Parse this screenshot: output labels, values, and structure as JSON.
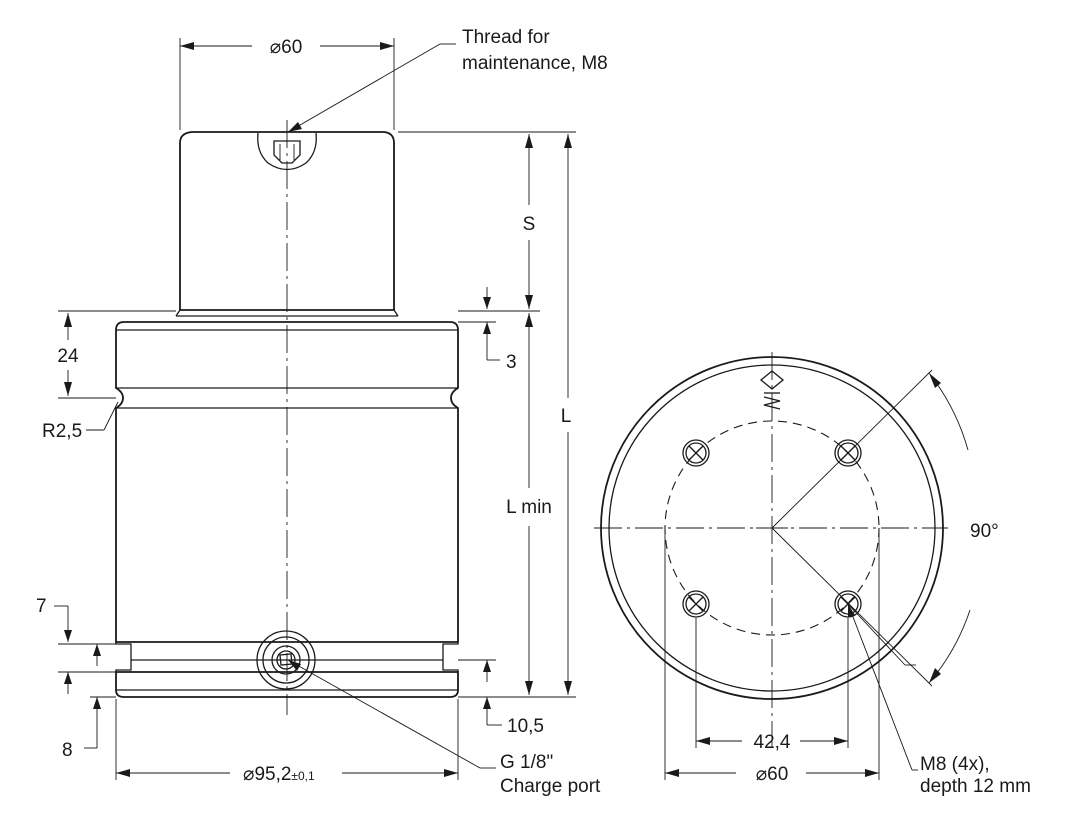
{
  "side_view": {
    "top_diameter": "⌀60",
    "thread_callout_line1": "Thread for",
    "thread_callout_line2": "maintenance, M8",
    "stroke_label": "S",
    "length_label": "L",
    "min_length_label": "L min",
    "dim_24": "24",
    "dim_3": "3",
    "radius_label": "R2,5",
    "dim_7": "7",
    "dim_8": "8",
    "dim_10_5": "10,5",
    "body_diameter": "⌀95,2",
    "body_diameter_tolerance": "±0,1",
    "port_line1": "G 1/8\"",
    "port_line2": "Charge port"
  },
  "bottom_view": {
    "angle_label": "90°",
    "bolt_spacing": "42,4",
    "diameter": "⌀60",
    "hole_callout_line1": "M8 (4x),",
    "hole_callout_line2": "depth 12 mm"
  }
}
